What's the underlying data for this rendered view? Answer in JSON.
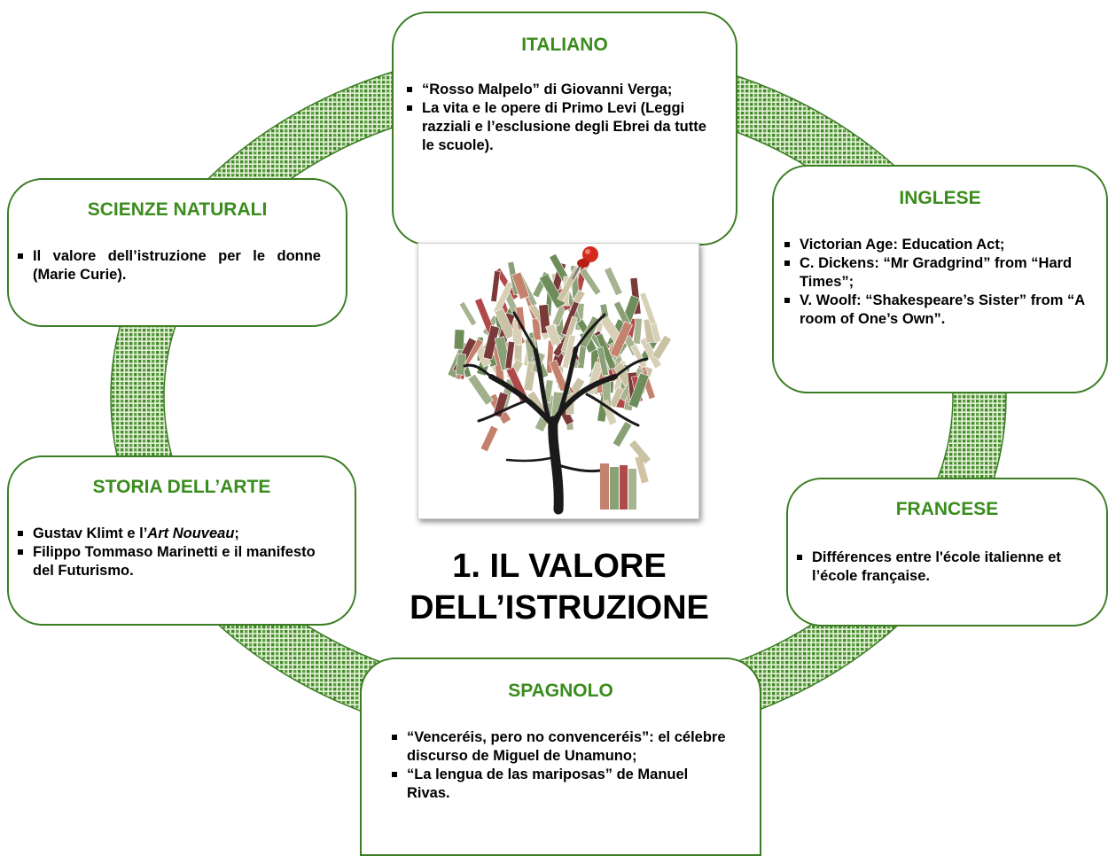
{
  "title": {
    "line1": "1. IL VALORE",
    "line2": "DELL’ISTRUZIONE"
  },
  "colors": {
    "box_border": "#3a7d22",
    "heading": "#3a8c1d",
    "ring_dark": "#3f8a2a",
    "ring_light": "#e6f1d8"
  },
  "boxes": {
    "italiano": {
      "title": "ITALIANO",
      "items": [
        "“Rosso Malpelo” di Giovanni Verga;",
        "La vita e le opere di Primo Levi (Leggi razziali e l’esclusione degli Ebrei da tutte le scuole)."
      ]
    },
    "scienze": {
      "title": "SCIENZE NATURALI",
      "items": [
        "Il valore dell’istruzione per le donne (Marie Curie)."
      ]
    },
    "inglese": {
      "title": "INGLESE",
      "items": [
        "Victorian Age: Education Act;",
        "C. Dickens: “Mr Gradgrind” from “Hard Times”;",
        "V. Woolf: “Shakespeare’s Sister” from “A room of One’s Own”."
      ]
    },
    "arte": {
      "title": "STORIA DELL’ARTE",
      "item1_prefix": "Gustav Klimt e l’",
      "item1_italic": "Art Nouveau",
      "item1_suffix": ";",
      "item2": "Filippo Tommaso Marinetti e il manifesto del Futurismo."
    },
    "francese": {
      "title": "FRANCESE",
      "items": [
        "Différences entre l'école italienne et l’école française."
      ]
    },
    "spagnolo": {
      "title": "SPAGNOLO",
      "items": [
        "“Venceréis, pero no convenceréis”: el célebre discurso de Miguel de Unamuno;",
        "“La lengua de las mariposas” de Manuel Rivas."
      ]
    }
  },
  "image": {
    "subject": "tree-of-books-illustration",
    "pin_icon": "red-push-pin-icon"
  }
}
